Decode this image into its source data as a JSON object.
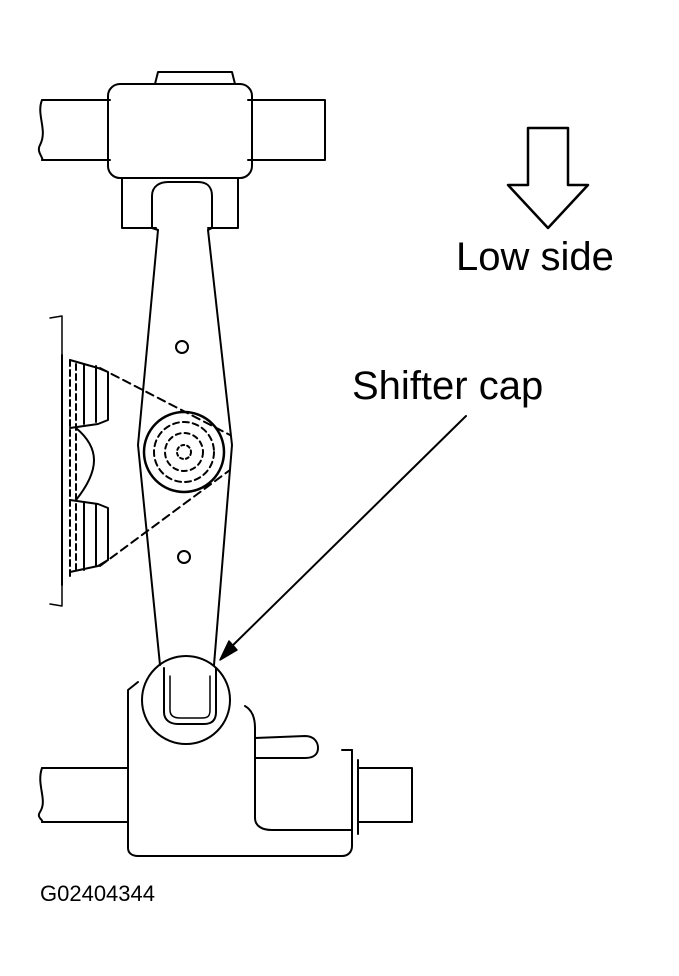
{
  "labels": {
    "direction": "Low side",
    "callout": "Shifter cap",
    "figure_code": "G02404344"
  },
  "colors": {
    "line": "#000000",
    "background": "#ffffff"
  }
}
